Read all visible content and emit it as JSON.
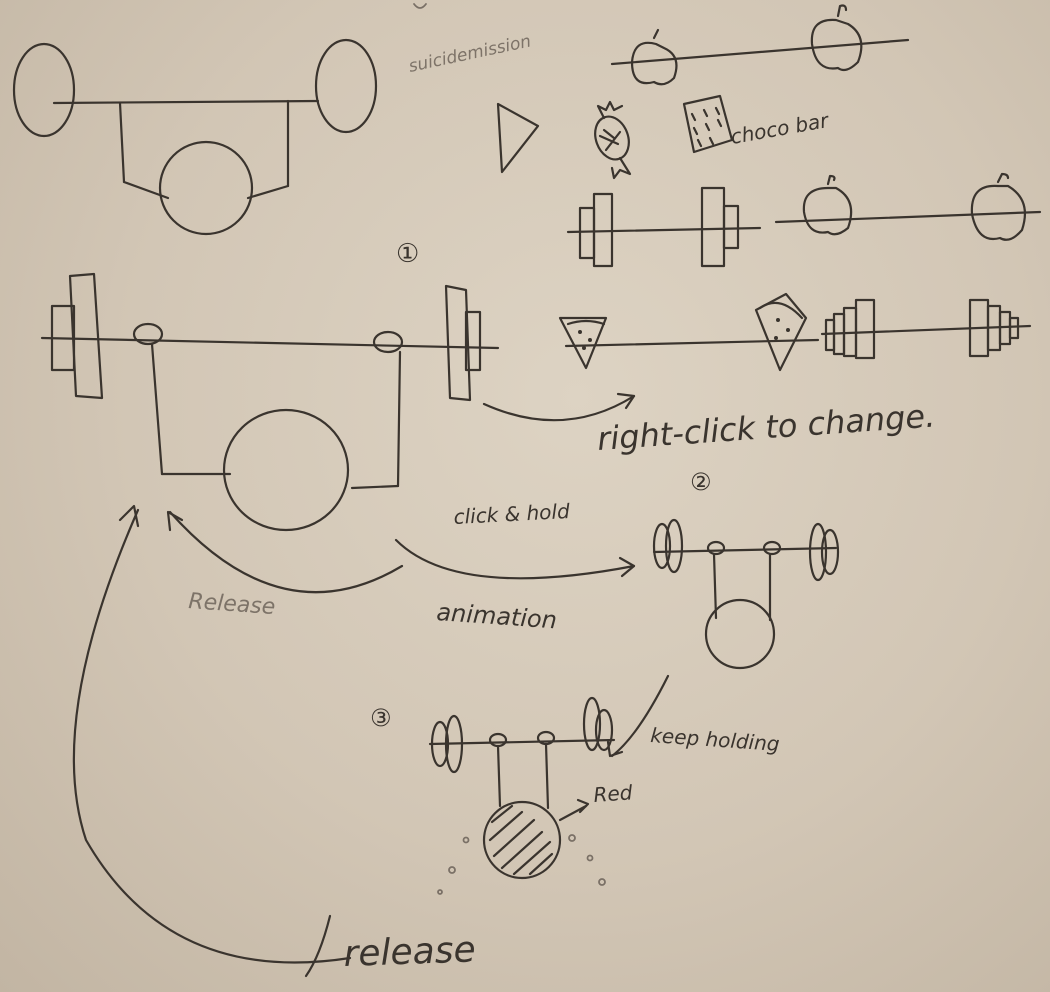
{
  "labels": {
    "top_note": "suicidemission",
    "choco_bar": "choco bar",
    "step1": "①",
    "step2": "②",
    "step3": "③",
    "right_click": "right-click to change.",
    "click_hold": "click & hold",
    "release_small": "Release",
    "animation": "animation",
    "keep_holding": "keep holding",
    "red": "Red",
    "release_big": "release"
  },
  "colors": {
    "paper": "#d8cdbd",
    "ink": "#3a342e",
    "pencil": "#7d7368"
  }
}
